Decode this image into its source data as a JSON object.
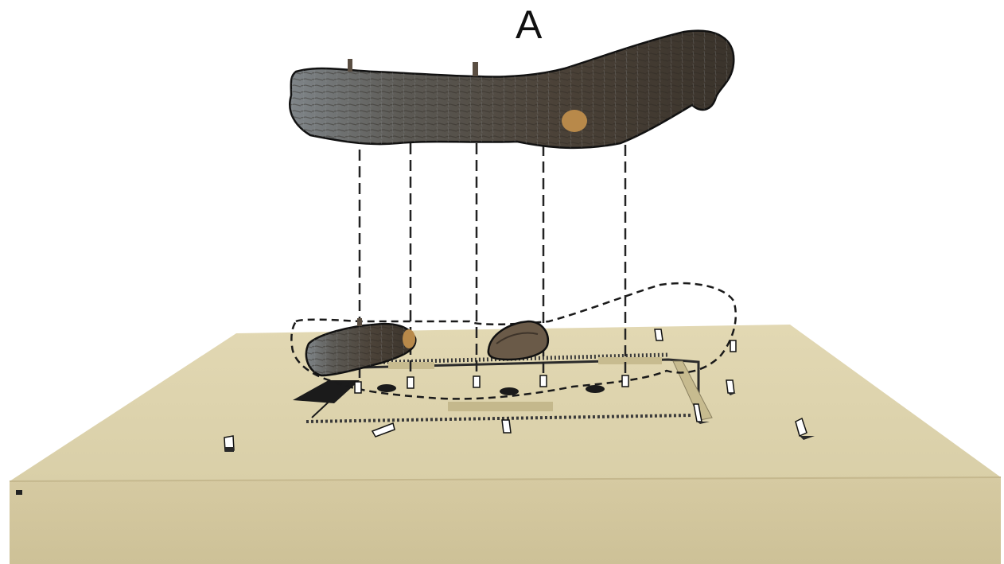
{
  "figure": {
    "panel_label": "A",
    "description_items": {
      "suspended_object": "elevated-log-fossil",
      "ground_objects": [
        "log-fragment-left",
        "rock-fragment-center"
      ],
      "markers": "white-survey-flags",
      "holes": "excavation-holes"
    }
  },
  "colors": {
    "background": "#ffffff",
    "model_top": "#ddd4ae",
    "model_side": "#d8cda6",
    "model_side_shadow": "#c9bd95",
    "log_dark": "#3f3a33",
    "log_mid": "#5d5347",
    "log_light": "#8a8c8e",
    "log_highlight": "#b8894a",
    "outline": "#111111",
    "flag": "#ffffff",
    "trench_fill": "#c7bb8f"
  }
}
